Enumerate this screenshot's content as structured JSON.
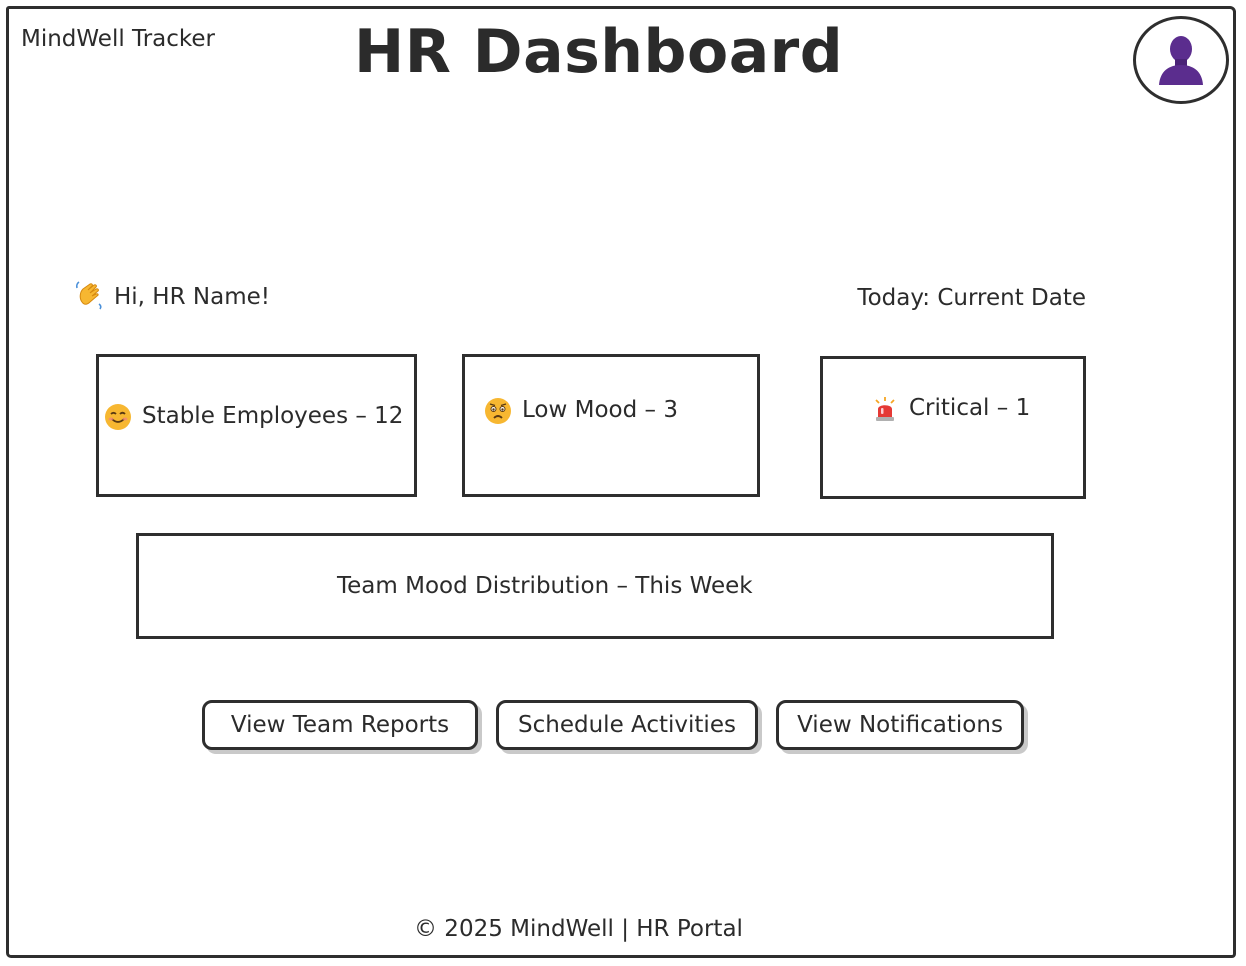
{
  "app": {
    "name": "MindWell Tracker"
  },
  "header": {
    "title": "HR Dashboard",
    "avatar_icon": "user-avatar-icon"
  },
  "welcome": {
    "greeting_icon": "waving-hand-icon",
    "greeting": "Hi, HR Name!",
    "today": "Today: Current Date"
  },
  "cards": [
    {
      "icon": "smiling-face-icon",
      "label": "Stable Employees – 12",
      "accent": "#f5a623"
    },
    {
      "icon": "worried-face-icon",
      "label": "Low Mood – 3",
      "accent": "#f5a623"
    },
    {
      "icon": "alarm-light-icon",
      "label": "Critical – 1",
      "accent": "#e53935"
    }
  ],
  "mood_panel": {
    "title": "Team Mood Distribution – This Week"
  },
  "actions": {
    "view_team_reports": "View Team Reports",
    "schedule_activities": "Schedule Activities",
    "view_notifications": "View Notifications"
  },
  "footer": {
    "text": "© 2025 MindWell | HR Portal"
  },
  "colors": {
    "stroke": "#2e2e2e",
    "text": "#2b2b2b",
    "avatar": "#5b2d8e",
    "button_shadow": "#c9c9c9"
  }
}
